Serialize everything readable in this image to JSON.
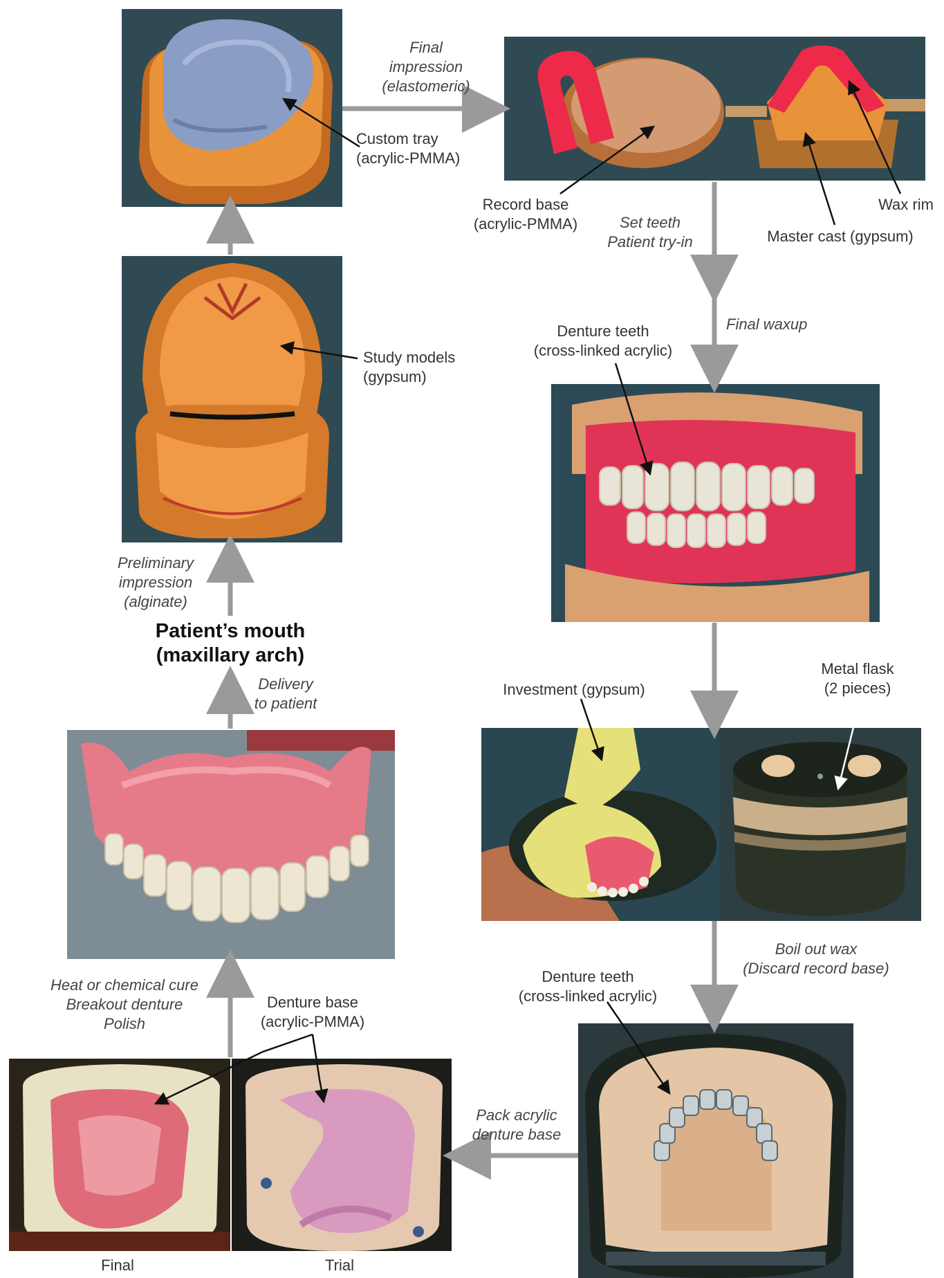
{
  "center_label": [
    "Patient’s mouth",
    "(maxillary arch)"
  ],
  "labels": {
    "custom_tray": [
      "Custom tray",
      "(acrylic-PMMA)"
    ],
    "final_impression": [
      "Final",
      "impression",
      "(elastomeric)"
    ],
    "record_base": [
      "Record base",
      "(acrylic-PMMA)"
    ],
    "set_teeth": [
      "Set teeth",
      "Patient try-in"
    ],
    "master_cast": [
      "Master cast (gypsum)"
    ],
    "wax_rim": [
      "Wax rim"
    ],
    "study_models": [
      "Study models",
      "(gypsum)"
    ],
    "final_waxup": [
      "Final waxup"
    ],
    "denture_teeth_1": [
      "Denture teeth",
      "(cross-linked acrylic)"
    ],
    "preliminary_impression": [
      "Preliminary",
      "impression",
      "(alginate)"
    ],
    "delivery": [
      "Delivery",
      "to patient"
    ],
    "investment": [
      "Investment (gypsum)"
    ],
    "metal_flask": [
      "Metal flask",
      "(2 pieces)"
    ],
    "boil_out": [
      "Boil out wax",
      "(Discard record base)"
    ],
    "denture_teeth_2": [
      "Denture teeth",
      "(cross-linked acrylic)"
    ],
    "heat_cure": [
      "Heat or chemical cure",
      "Breakout denture",
      "Polish"
    ],
    "denture_base": [
      "Denture base",
      "(acrylic-PMMA)"
    ],
    "pack_acrylic": [
      "Pack acrylic",
      "denture base"
    ],
    "final": [
      "Final"
    ],
    "trial": [
      "Trial"
    ]
  },
  "colors": {
    "arrow_gray": "#9a9a9a",
    "pointer": "#111111",
    "gypsum_orange": "#e8923a",
    "tray_blue": "#8a9dc4",
    "wax_red": "#ee2a4a",
    "denture_pink": "#e57a88",
    "bg_teal": "#2f4a52"
  },
  "photos": [
    "custom-tray-photo",
    "record-base-photo",
    "wax-rim-photo",
    "study-models-photo",
    "waxup-photo",
    "investment-photo",
    "metal-flask-photo",
    "denture-delivery-photo",
    "flask-teeth-photo",
    "final-denture-photo",
    "trial-denture-photo"
  ]
}
